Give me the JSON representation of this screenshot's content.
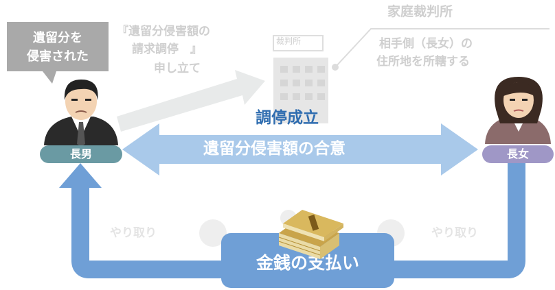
{
  "bubble": {
    "line1": "遺留分を",
    "line2": "侵害された"
  },
  "request": {
    "line1": "『遺留分侵害額の",
    "line2": "請求調停　』",
    "line3": "申し立て"
  },
  "court": {
    "title": "家庭裁判所",
    "sign": "裁判所",
    "desc_line1": "相手側（長女）の",
    "desc_line2": "住所地を所轄する"
  },
  "agreement": {
    "title": "調停成立",
    "subtitle": "遺留分侵害額の合意"
  },
  "eldest_son": {
    "label": "長男"
  },
  "eldest_daughter": {
    "label": "長女"
  },
  "exchange": {
    "left": "やり取り",
    "right": "やり取り"
  },
  "payment": {
    "label": "金銭の支払い"
  },
  "colors": {
    "blue_arrow": "#6f9fd6",
    "light_arrow": "#a9c9ea",
    "son_pill": "#6a9aa3",
    "daughter_pill": "#9f97c6",
    "agreement_title": "#2f6db0",
    "faded": "#cfcfcf",
    "bubble": "#a9a9a9"
  }
}
